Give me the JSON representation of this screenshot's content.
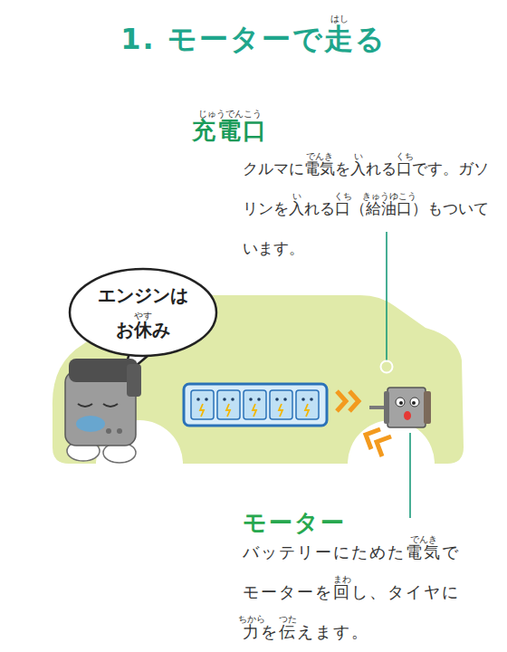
{
  "diagram": {
    "title": "1. モーターで走る",
    "nodes": [
      {
        "text": [
          "エンジンは お休み"
        ]
      }
    ],
    "labels": [
      "はし",
      "じゅうでんこう",
      "充電口",
      "でんき",
      "い",
      "くち",
      "い",
      "くち",
      "きゅうゆこう",
      "クルマに電気を入れる口です。ガソリンを入れる口（給油口）もついています。",
      "モーター",
      "でんき",
      "まわ",
      "ちから",
      "つた",
      "バッテリーにためた電気でモーターを回し、タイヤに力を伝えます。",
      "やす"
    ]
  }
}
